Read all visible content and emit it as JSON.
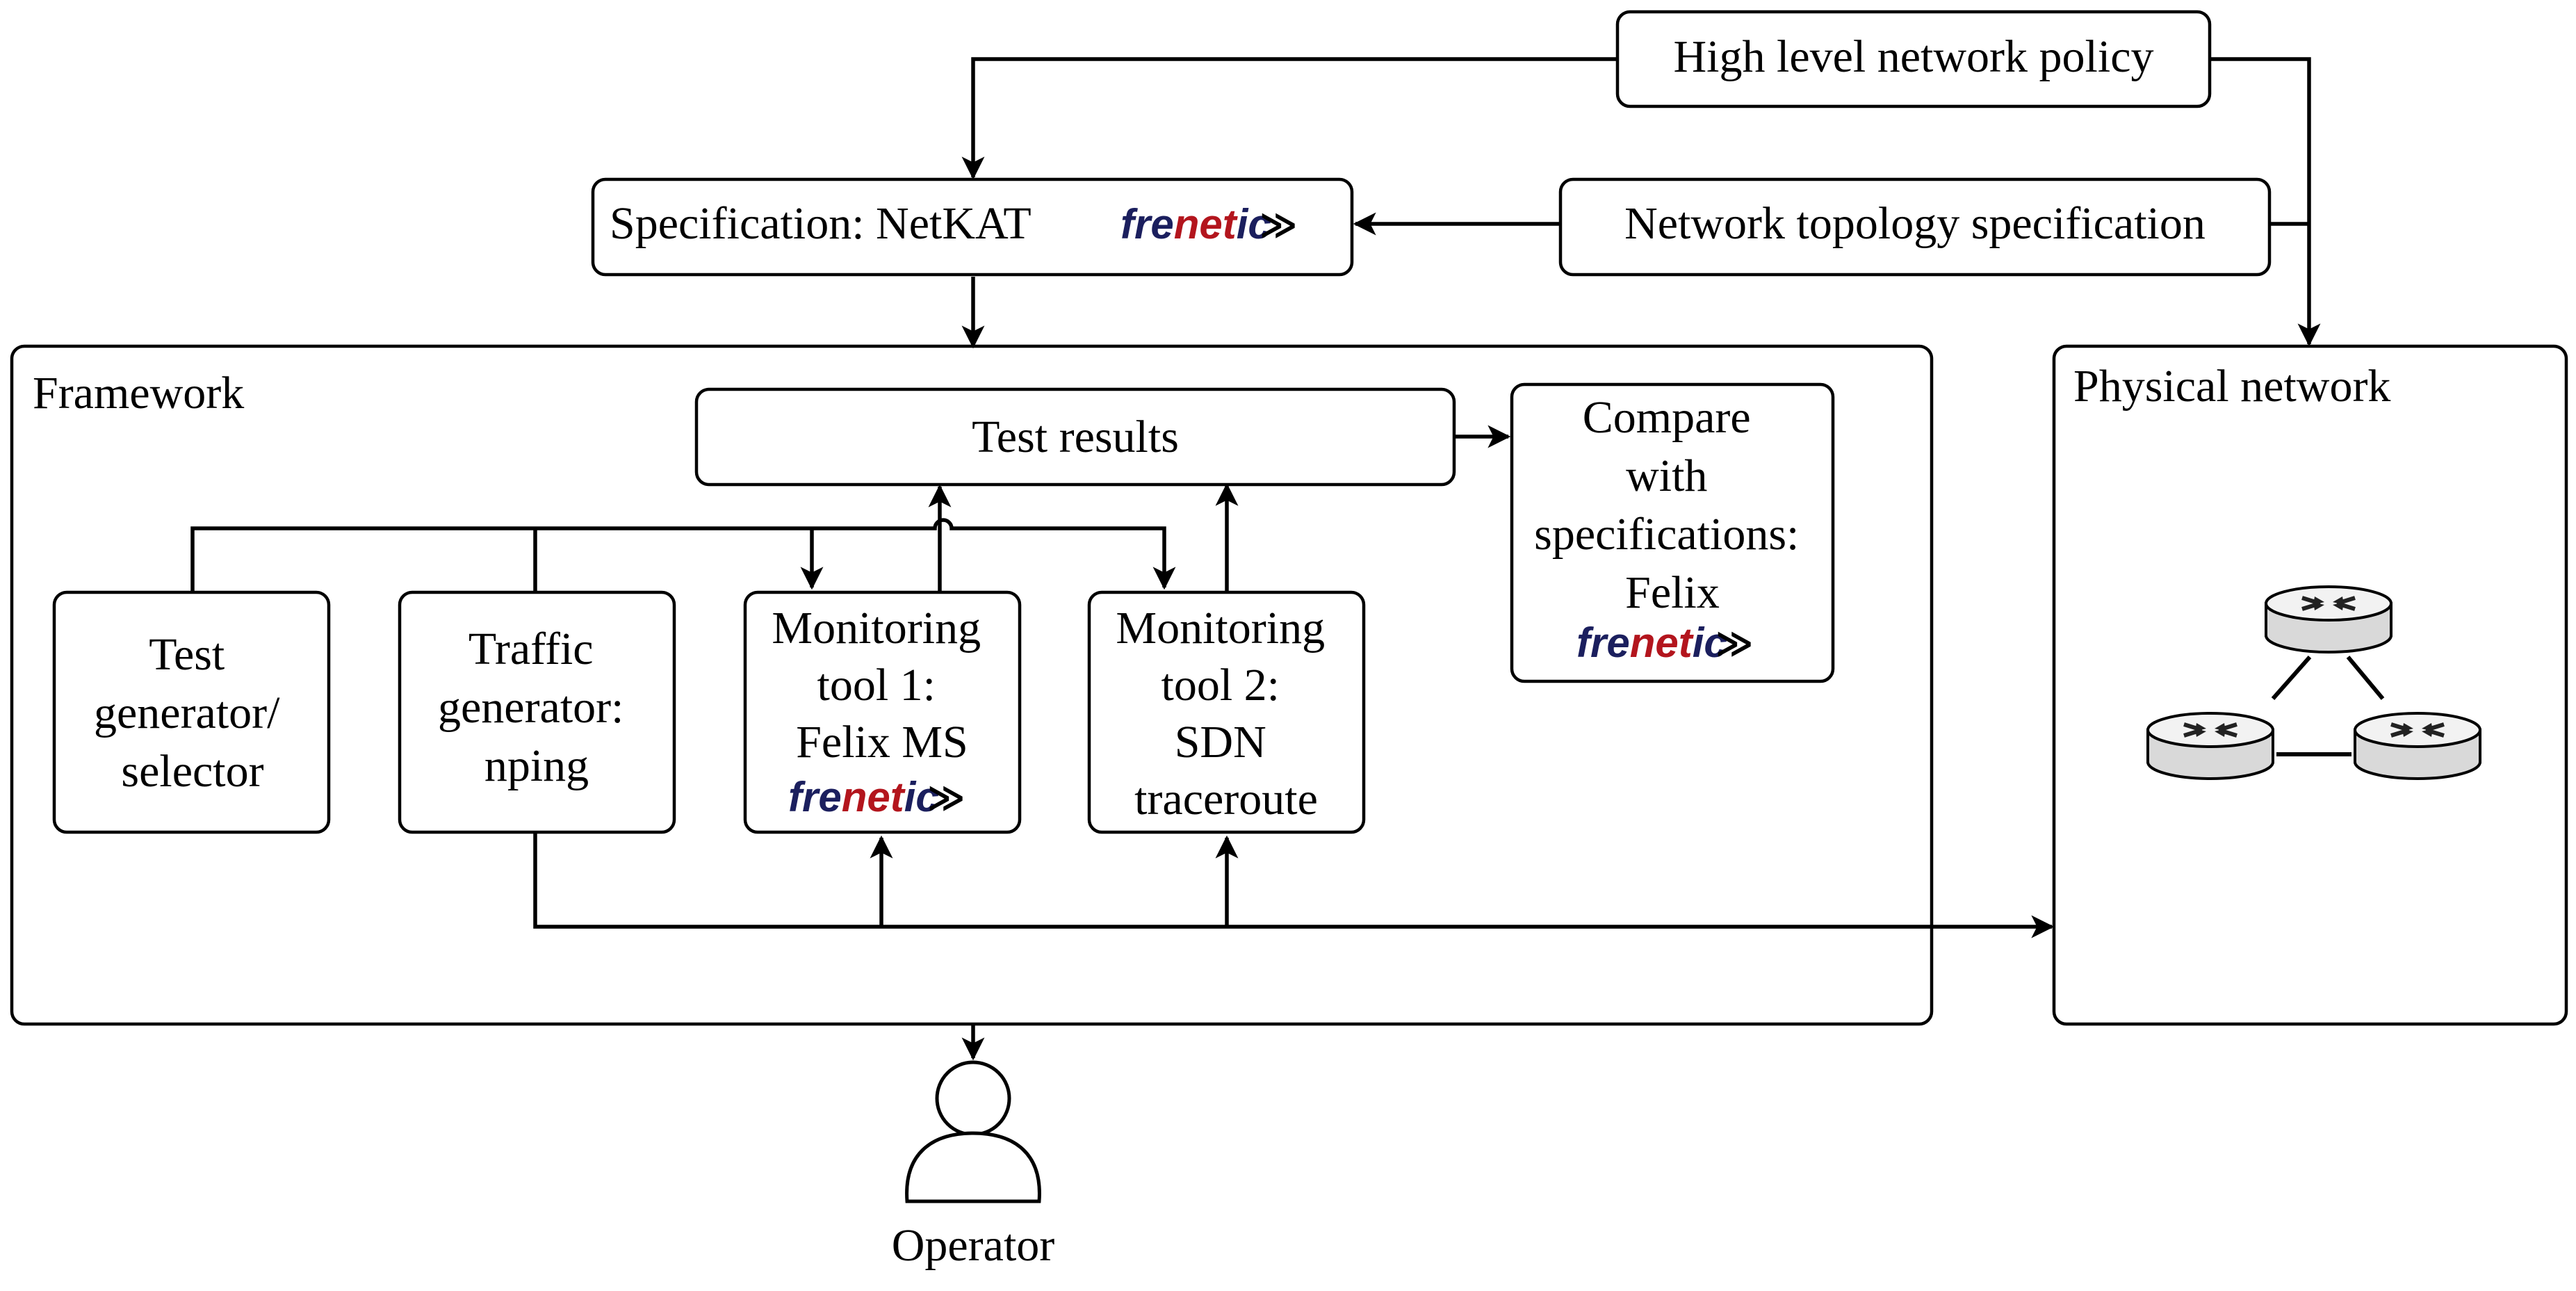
{
  "colors": {
    "logo_primary": "#1b1f5e",
    "logo_accent": "#b3151d",
    "stroke": "#000000"
  },
  "nodes": {
    "policy": "High level network policy",
    "spec": "Specification:  NetKAT",
    "topology": "Network topology specification",
    "framework": "Framework",
    "physical": "Physical network",
    "test_results": "Test results",
    "compare": [
      "Compare",
      "with",
      "specifications:",
      "Felix"
    ],
    "test_gen": [
      "Test",
      "generator/",
      "selector"
    ],
    "traffic_gen": [
      "Traffic",
      "generator:",
      "nping"
    ],
    "mon1": [
      "Monitoring",
      "tool 1:",
      "Felix MS"
    ],
    "mon2": [
      "Monitoring",
      "tool 2:",
      "SDN",
      "traceroute"
    ],
    "operator": "Operator"
  },
  "logo": {
    "part1": "fre",
    "part2": "net",
    "part3": "ic",
    "chevron": "≫"
  },
  "icons": {
    "router": "router-icon",
    "operator": "person-icon"
  }
}
